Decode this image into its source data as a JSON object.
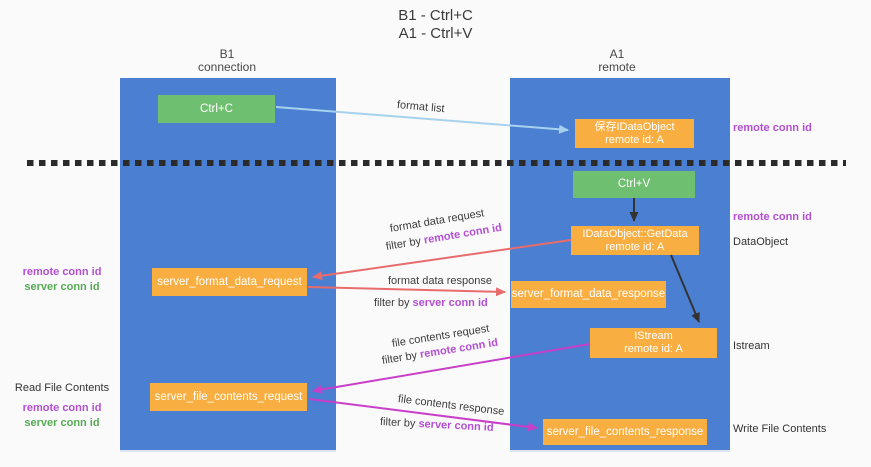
{
  "title": {
    "line1": "B1 - Ctrl+C",
    "line2": "A1 - Ctrl+V"
  },
  "lifelines": {
    "left": {
      "name": "B1",
      "role": "connection"
    },
    "right": {
      "name": "A1",
      "role": "remote"
    }
  },
  "nodes": {
    "ctrl_c": {
      "label": "Ctrl+C"
    },
    "save_dataobject": {
      "line1": "保存IDataObject",
      "line2": "remote id: A"
    },
    "ctrl_v": {
      "label": "Ctrl+V"
    },
    "getdata": {
      "line1": "IDataObject::GetData",
      "line2": "remote id: A"
    },
    "format_request": {
      "label": "server_format_data_request"
    },
    "format_response": {
      "label": "server_format_data_response"
    },
    "istream": {
      "line1": "IStream",
      "line2": "remote id: A"
    },
    "file_request": {
      "label": "server_file_contents_request"
    },
    "file_response": {
      "label": "server_file_contents_response"
    }
  },
  "edges": {
    "format_list": {
      "label": "format list"
    },
    "format_data_request": {
      "label": "format data request",
      "filter_prefix": "filter by",
      "filter_key": "remote conn id"
    },
    "format_data_response": {
      "label": "format data response",
      "filter_prefix": "filter by",
      "filter_key": "server conn id"
    },
    "file_contents_request": {
      "label": "file contents request",
      "filter_prefix": "filter by",
      "filter_key": "remote conn id"
    },
    "file_contents_response": {
      "label": "file contents response",
      "filter_prefix": "filter by",
      "filter_key": "server conn id"
    }
  },
  "left_annotations": [
    {
      "text": "remote conn id",
      "style": "purple"
    },
    {
      "text": "server conn id",
      "style": "green"
    },
    {
      "text": "Read File Contents",
      "style": "plain"
    },
    {
      "text": "remote conn id",
      "style": "purple"
    },
    {
      "text": "server conn id",
      "style": "green"
    }
  ],
  "right_annotations": [
    {
      "text": "remote conn id",
      "style": "purple"
    },
    {
      "text": "remote conn id",
      "style": "purple"
    },
    {
      "text": "DataObject",
      "style": "plain"
    },
    {
      "text": "Istream",
      "style": "plain"
    },
    {
      "text": "Write File Contents",
      "style": "plain"
    }
  ],
  "colors": {
    "lifeline_fill": "#4a7fd2",
    "node_orange": "#f9ae42",
    "node_green": "#6fbf70",
    "arrow_light_blue": "#a6d2ee",
    "arrow_red": "#e86c6c",
    "arrow_magenta": "#c93fc9",
    "arrow_black": "#333333",
    "text_purple": "#b44fd4",
    "text_green": "#57ab57",
    "dashed_divider": "#2b2b2b"
  }
}
